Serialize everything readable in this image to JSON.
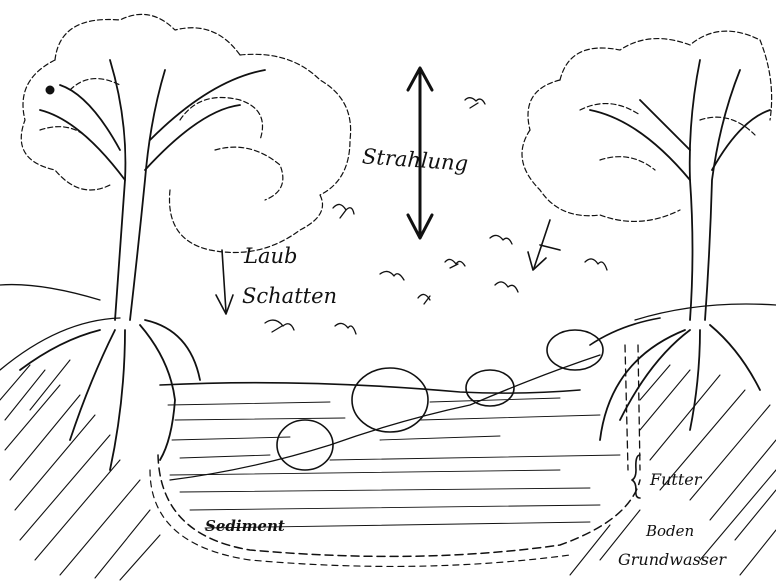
{
  "labels": {
    "strahlung": "Strahlung",
    "laub": "Laub",
    "schatten": "Schatten",
    "futter": "Futter",
    "sediment": "Sediment",
    "boden": "Boden",
    "grundwasser": "Grundwasser"
  },
  "colors": {
    "ink": "#111111",
    "paper": "#ffffff"
  },
  "icons": [
    "left-tree-icon",
    "right-tree-icon",
    "double-arrow-icon",
    "falling-leaf-icon",
    "stone-icon",
    "pond-water-icon",
    "bracket-icon"
  ]
}
